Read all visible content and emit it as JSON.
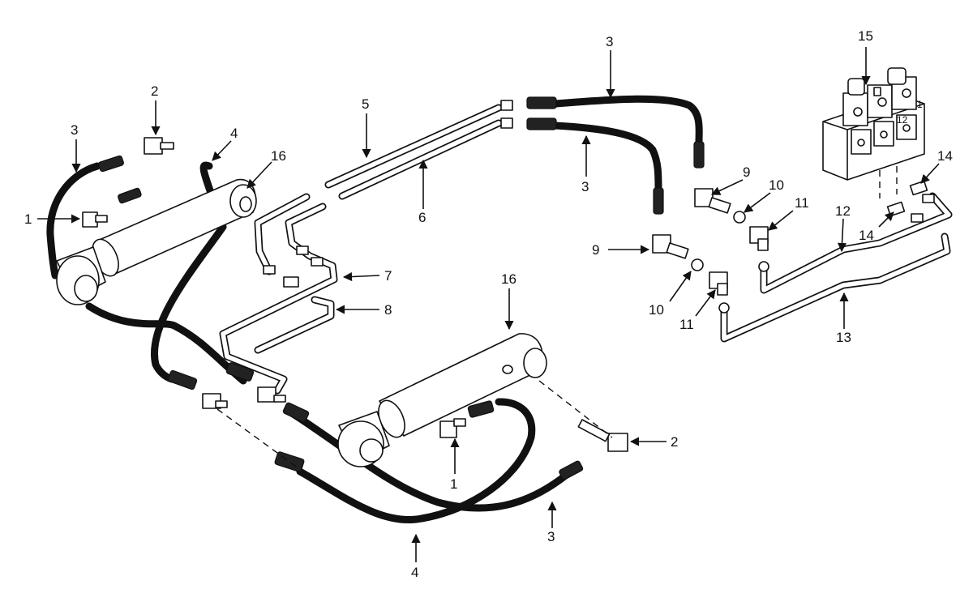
{
  "callouts": [
    {
      "label": "1"
    },
    {
      "label": "1"
    },
    {
      "label": "2"
    },
    {
      "label": "2"
    },
    {
      "label": "3"
    },
    {
      "label": "3"
    },
    {
      "label": "3"
    },
    {
      "label": "3"
    },
    {
      "label": "4"
    },
    {
      "label": "4"
    },
    {
      "label": "5"
    },
    {
      "label": "6"
    },
    {
      "label": "7"
    },
    {
      "label": "8"
    },
    {
      "label": "9"
    },
    {
      "label": "9"
    },
    {
      "label": "10"
    },
    {
      "label": "10"
    },
    {
      "label": "11"
    },
    {
      "label": "11"
    },
    {
      "label": "12"
    },
    {
      "label": "13"
    },
    {
      "label": "14"
    },
    {
      "label": "14"
    },
    {
      "label": "15"
    },
    {
      "label": "16"
    },
    {
      "label": "16"
    }
  ],
  "markers": [
    {
      "label": "1"
    },
    {
      "label": "12"
    }
  ]
}
